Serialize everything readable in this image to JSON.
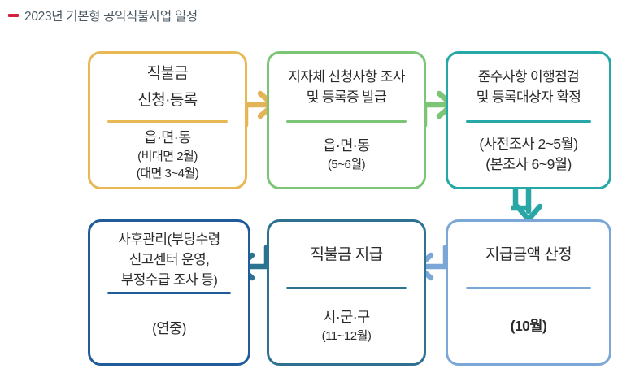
{
  "title": {
    "text": "2023년 기본형 공익직불사업 일정",
    "bullet_color": "#d81e3f",
    "text_color": "#4c5862"
  },
  "colors": {
    "gold": "#e8b855",
    "green": "#7cc576",
    "teal": "#26a8a8",
    "light_blue": "#7ba7d7",
    "steel_blue": "#2e7191",
    "navy": "#1f5c99",
    "arrow_gold": "#e3b457",
    "arrow_green": "#7cc576",
    "arrow_teal": "#2aa7a5",
    "arrow_light_blue": "#7ba7d7",
    "arrow_steel": "#2b7390"
  },
  "flow": {
    "steps": [
      {
        "id": "apply",
        "order": 1,
        "head_lines": [
          "직불금",
          "신청·등록"
        ],
        "body_lines": [
          "읍·면·동",
          "(비대면 2월)",
          "(대면 3~4월)"
        ],
        "border_color": "#e8b855"
      },
      {
        "id": "survey",
        "order": 2,
        "head_lines": [
          "지자체 신청사항 조사",
          "및 등록증 발급"
        ],
        "body_lines": [
          "읍·면·동",
          "(5~6월)"
        ],
        "border_color": "#7cc576"
      },
      {
        "id": "compliance",
        "order": 3,
        "head_lines": [
          "준수사항 이행점검",
          "및 등록대상자 확정"
        ],
        "body_lines": [
          "(사전조사 2~5월)",
          "(본조사 6~9월)"
        ],
        "border_color": "#26a8a8"
      },
      {
        "id": "calc",
        "order": 4,
        "head_lines": [
          "지급금액 산정"
        ],
        "body_lines": [
          "(10월)"
        ],
        "border_color": "#7ba7d7"
      },
      {
        "id": "payment",
        "order": 5,
        "head_lines": [
          "직불금 지급"
        ],
        "body_lines": [
          "시·군·구",
          "(11~12월)"
        ],
        "border_color": "#2e7191"
      },
      {
        "id": "followup",
        "order": 6,
        "head_lines": [
          "사후관리(부당수령",
          "신고센터 운영,",
          "부정수급 조사 등)"
        ],
        "body_lines": [
          "(연중)"
        ],
        "border_color": "#1f5c99"
      }
    ],
    "connectors": [
      {
        "id": "apply-to-survey",
        "direction": "right",
        "color": "#e3b457"
      },
      {
        "id": "survey-to-compliance",
        "direction": "right",
        "color": "#7cc576"
      },
      {
        "id": "compliance-to-calc",
        "direction": "down",
        "color": "#2aa7a5"
      },
      {
        "id": "calc-to-payment",
        "direction": "left",
        "color": "#7ba7d7"
      },
      {
        "id": "payment-to-followup",
        "direction": "left",
        "color": "#2b7390"
      }
    ]
  }
}
